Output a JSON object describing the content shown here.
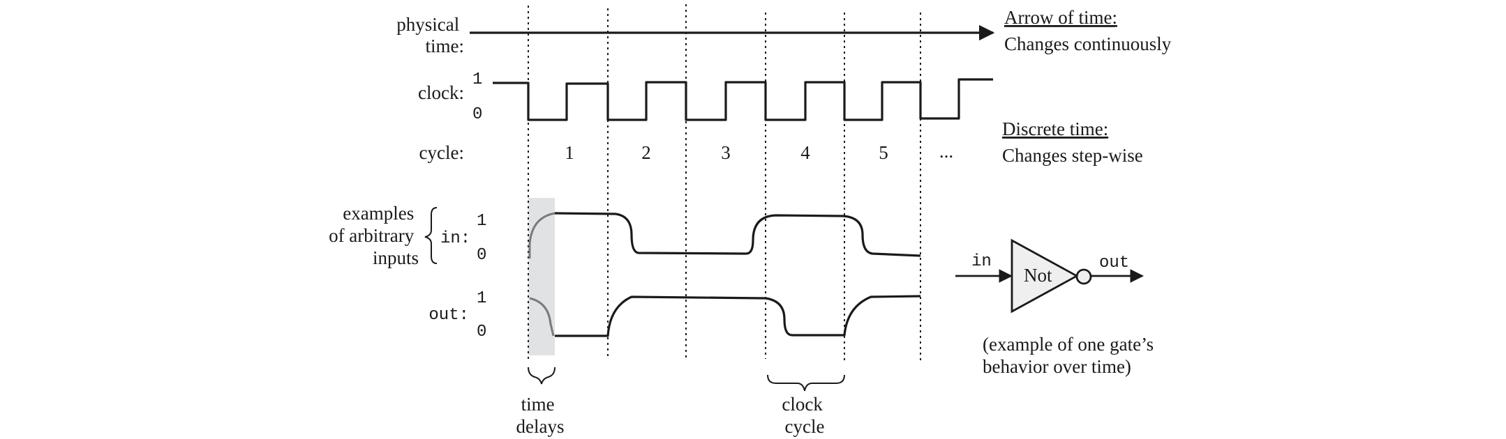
{
  "rows": {
    "physical_time": "physical\ntime:",
    "clock": "clock:",
    "cycle": "cycle:",
    "inputs_note": "examples\nof arbitrary\ninputs",
    "in": "in:",
    "out": "out:"
  },
  "levels": {
    "high": "1",
    "low": "0"
  },
  "cycles": [
    "1",
    "2",
    "3",
    "4",
    "5",
    "..."
  ],
  "annotations": {
    "arrow_title": "Arrow of time:",
    "arrow_desc": "Changes continuously",
    "discrete_title": "Discrete time:",
    "discrete_desc": "Changes step-wise",
    "time_delays": "time\ndelays",
    "clock_cycle": "clock\ncycle"
  },
  "gate": {
    "input": "in",
    "name": "Not",
    "output": "out",
    "caption": "(example of one gate’s\nbehavior over time)"
  },
  "signals": {
    "clock": [
      1,
      0,
      1,
      0,
      1,
      0,
      1,
      0,
      1,
      0,
      1,
      0,
      1
    ],
    "in": [
      1,
      0,
      1,
      0
    ],
    "out": [
      0,
      1,
      0,
      1
    ]
  },
  "colors": {
    "ink": "#1a1a1a",
    "delay_shade": "#e1e2e4",
    "gate_fill": "#efefef"
  }
}
